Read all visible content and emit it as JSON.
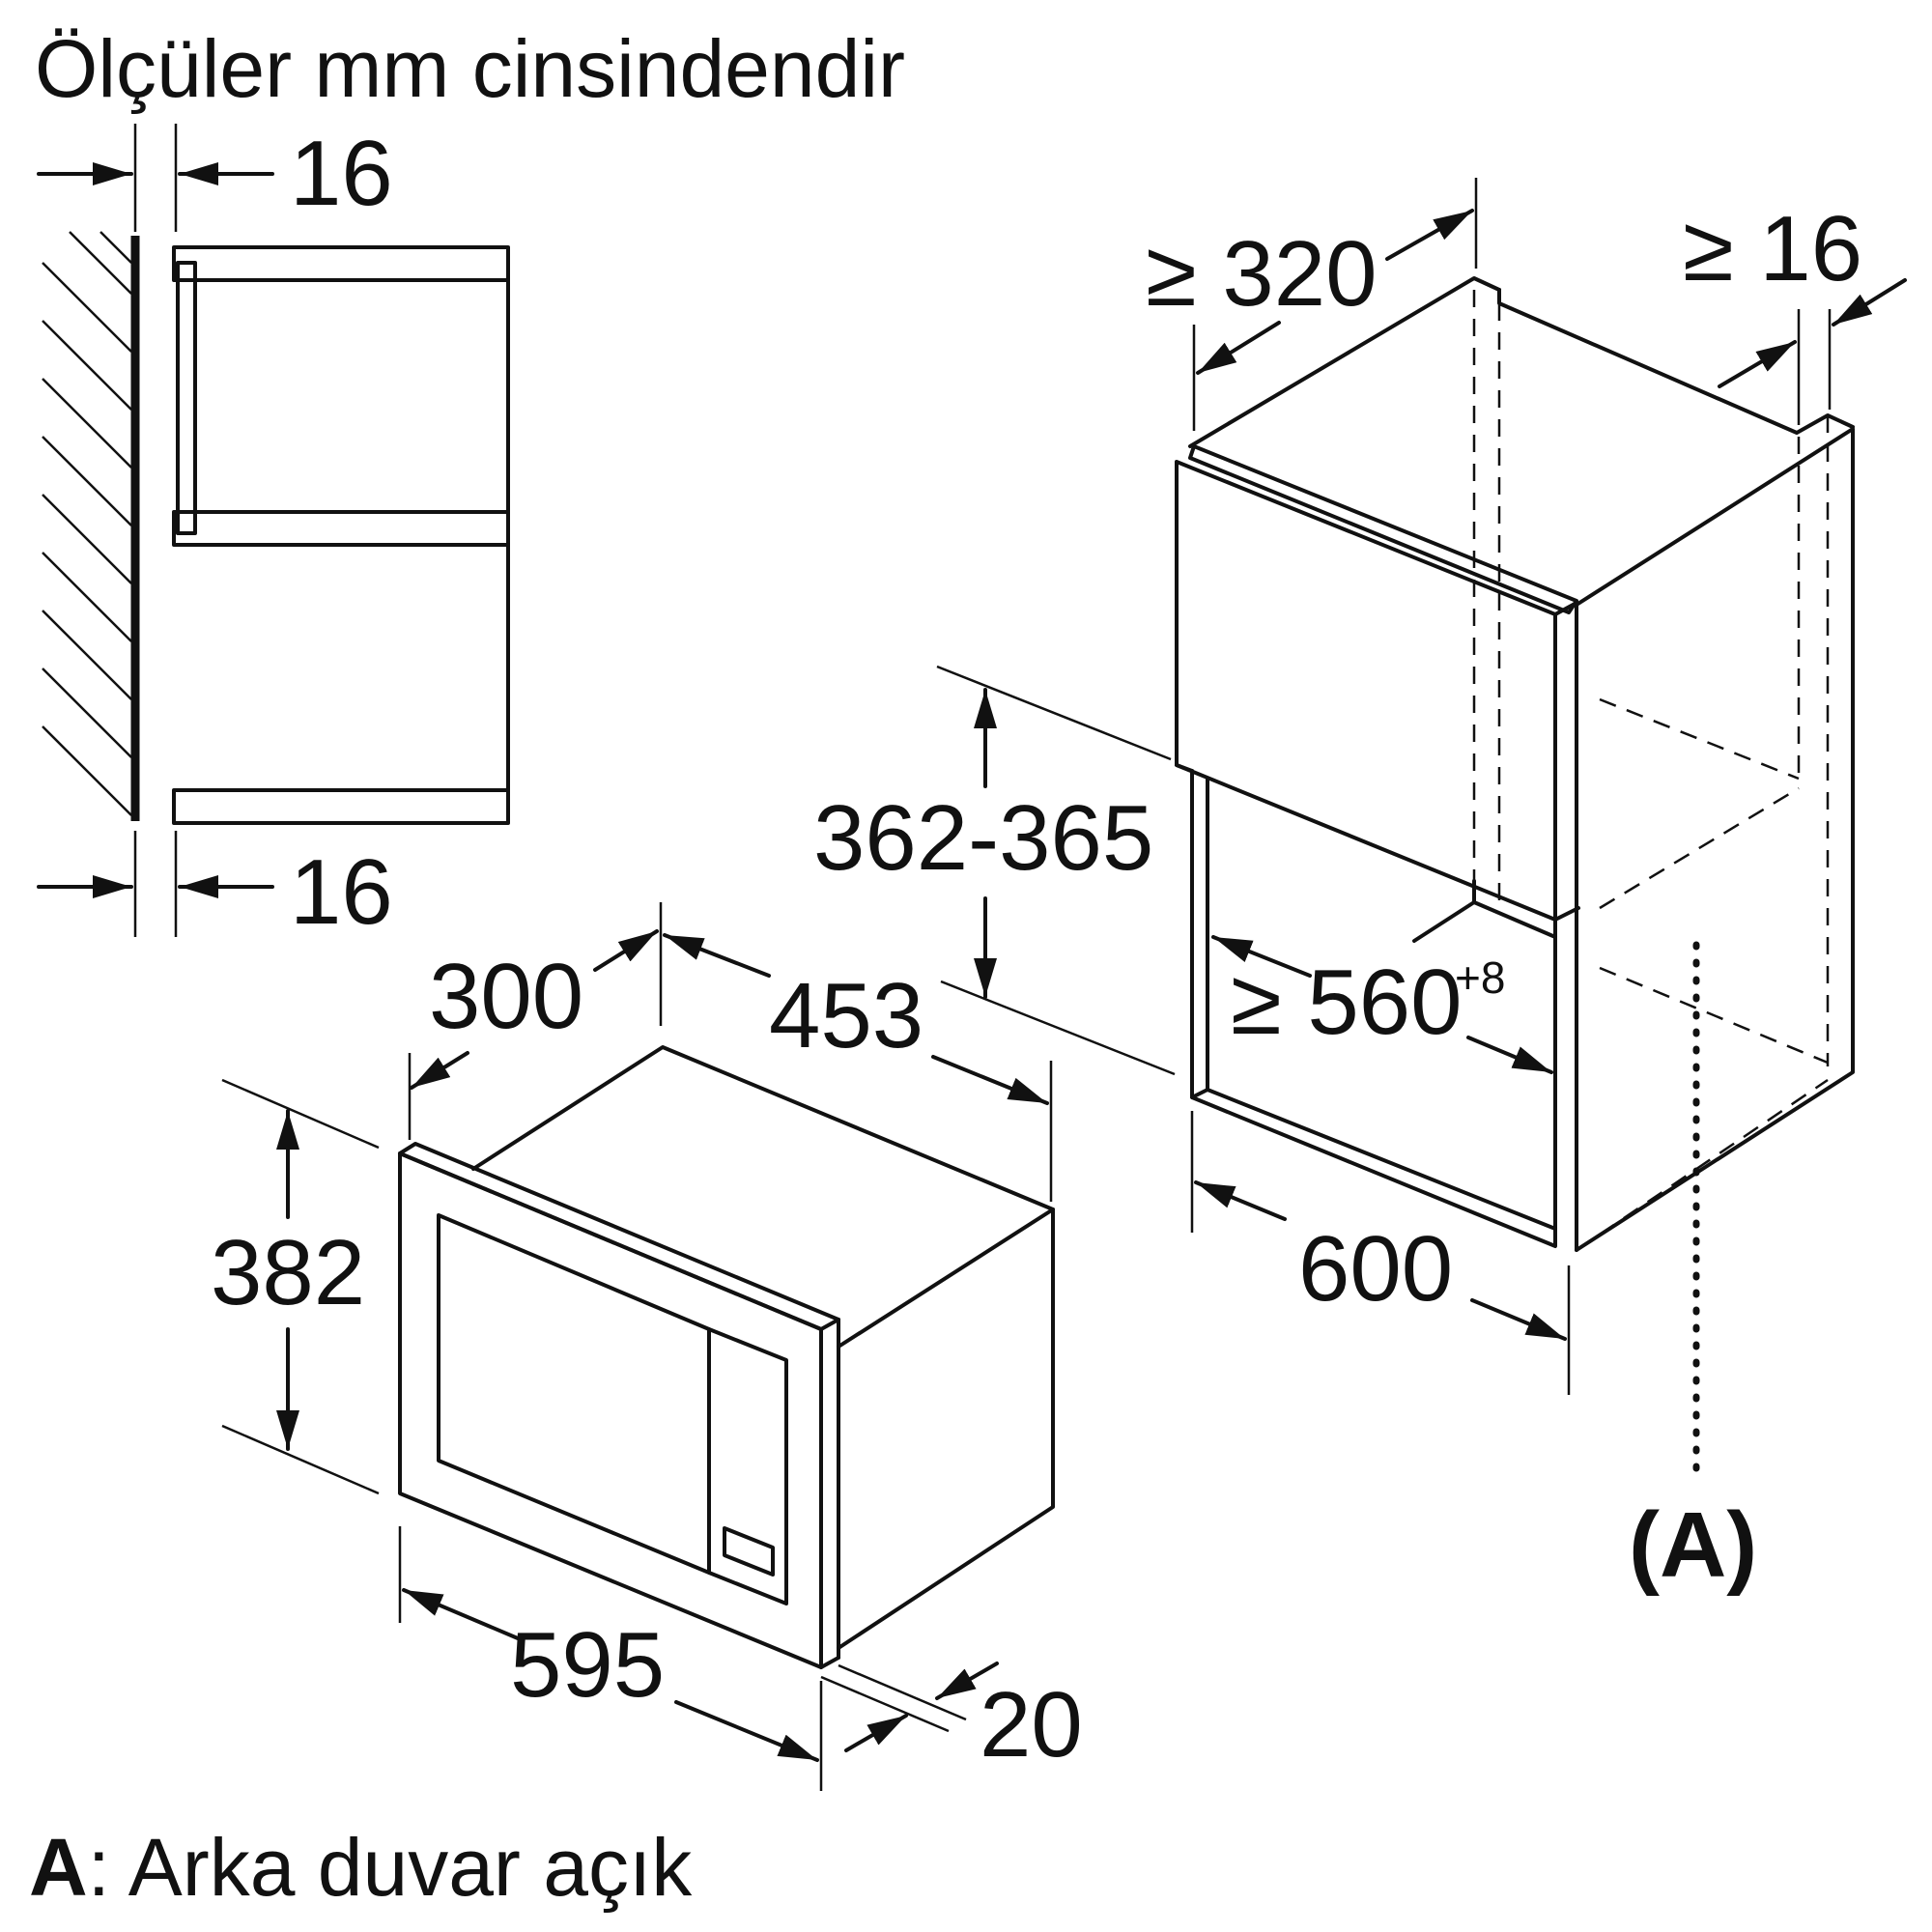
{
  "title": "Ölçüler mm cinsindendir",
  "side_view": {
    "top_gap": "16",
    "bottom_gap": "16"
  },
  "appliance": {
    "depth_front_panel": "300",
    "depth": "453",
    "height": "382",
    "width": "595",
    "panel_thickness": "20"
  },
  "niche": {
    "min_depth": "≥ 320",
    "min_back_gap": "≥ 16",
    "height": "362-365",
    "min_width": "≥ 560",
    "min_width_tolerance": "+8",
    "width": "600",
    "marker": "(A)"
  },
  "legend": {
    "key": "A",
    "text": ": Arka duvar açık"
  }
}
